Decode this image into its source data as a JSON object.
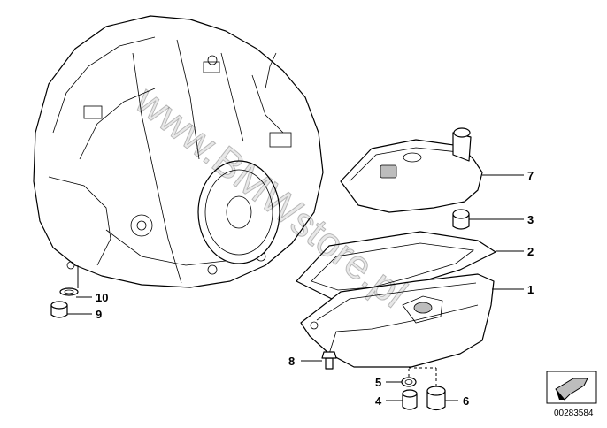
{
  "diagram": {
    "watermark": "www.BMWstore.pl",
    "document_number": "00283584",
    "callouts": {
      "c1": "1",
      "c2": "2",
      "c3": "3",
      "c4": "4",
      "c5": "5",
      "c6": "6",
      "c7": "7",
      "c8": "8",
      "c9": "9",
      "c10": "10"
    }
  }
}
